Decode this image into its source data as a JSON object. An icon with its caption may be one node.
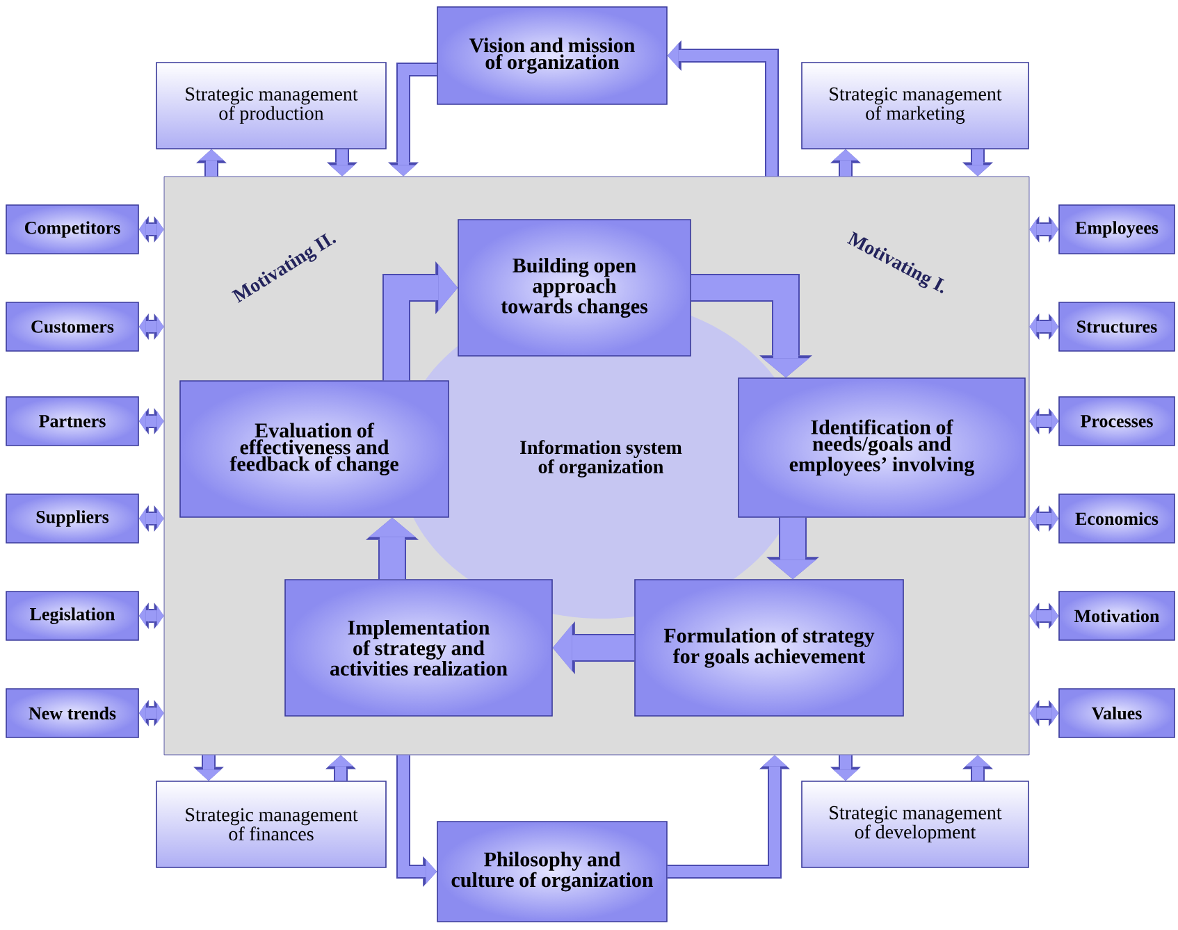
{
  "diagram": {
    "nodes": [
      {
        "text": [
          "Vision and mission of organization"
        ]
      },
      {
        "text": [
          "Strategic management of production"
        ]
      },
      {
        "text": [
          "Strategic management of marketing"
        ]
      },
      {
        "text": [],
        "shape": "box"
      },
      {
        "text": [
          "Information system of organization"
        ],
        "in": 3
      },
      {
        "text": [
          "Building open approach towards changes"
        ],
        "in": 3
      },
      {
        "text": [
          "Identification of needs/goals and employees’ involving"
        ],
        "in": 3
      },
      {
        "text": [
          "Formulation of strategy for goals achievement"
        ],
        "in": 3
      },
      {
        "text": [
          "Implementation of strategy and activities realization"
        ],
        "in": 3
      },
      {
        "text": [
          "Evaluation of effectiveness and feedback of change"
        ],
        "in": 3
      },
      {
        "text": [
          "Competitors"
        ]
      },
      {
        "text": [
          "Customers"
        ]
      },
      {
        "text": [
          "Partners"
        ]
      },
      {
        "text": [
          "Suppliers"
        ]
      },
      {
        "text": [
          "Legislation"
        ]
      },
      {
        "text": [
          "New trends"
        ]
      },
      {
        "text": [
          "Employees"
        ]
      },
      {
        "text": [
          "Structures"
        ]
      },
      {
        "text": [
          "Processes"
        ]
      },
      {
        "text": [
          "Economics"
        ]
      },
      {
        "text": [
          "Motivation"
        ]
      },
      {
        "text": [
          "Values"
        ]
      },
      {
        "text": [
          "Strategic management of finances"
        ]
      },
      {
        "text": [
          "Philosophy and culture of organization"
        ]
      },
      {
        "text": [
          "Strategic management of development"
        ]
      }
    ],
    "edges": [
      {
        "from": 0,
        "to": 3,
        "arrow": "to"
      },
      {
        "from": 3,
        "to": 0,
        "arrow": "to"
      },
      {
        "from": 3,
        "to": 1,
        "arrow": "to"
      },
      {
        "from": 1,
        "to": 3,
        "arrow": "to"
      },
      {
        "from": 3,
        "to": 2,
        "arrow": "to"
      },
      {
        "from": 2,
        "to": 3,
        "arrow": "to"
      },
      {
        "from": 9,
        "to": 5,
        "arrow": "to",
        "style": "thick"
      },
      {
        "from": 5,
        "to": 6,
        "arrow": "to",
        "style": "thick"
      },
      {
        "from": 6,
        "to": 7,
        "arrow": "to",
        "style": "thick"
      },
      {
        "from": 7,
        "to": 8,
        "arrow": "to",
        "style": "thick"
      },
      {
        "from": 8,
        "to": 9,
        "arrow": "to",
        "style": "thick"
      },
      {
        "from": 10,
        "to": 3,
        "arrow": "both"
      },
      {
        "from": 11,
        "to": 3,
        "arrow": "both"
      },
      {
        "from": 12,
        "to": 3,
        "arrow": "both"
      },
      {
        "from": 13,
        "to": 3,
        "arrow": "both"
      },
      {
        "from": 14,
        "to": 3,
        "arrow": "both"
      },
      {
        "from": 15,
        "to": 3,
        "arrow": "both"
      },
      {
        "from": 16,
        "to": 3,
        "arrow": "both"
      },
      {
        "from": 17,
        "to": 3,
        "arrow": "both"
      },
      {
        "from": 18,
        "to": 3,
        "arrow": "both"
      },
      {
        "from": 19,
        "to": 3,
        "arrow": "both"
      },
      {
        "from": 20,
        "to": 3,
        "arrow": "both"
      },
      {
        "from": 21,
        "to": 3,
        "arrow": "both"
      },
      {
        "from": 3,
        "to": 22,
        "arrow": "to"
      },
      {
        "from": 22,
        "to": 3,
        "arrow": "to"
      },
      {
        "from": 3,
        "to": 24,
        "arrow": "to"
      },
      {
        "from": 24,
        "to": 3,
        "arrow": "to"
      },
      {
        "from": 3,
        "to": 23,
        "arrow": "to"
      },
      {
        "from": 23,
        "to": 3,
        "arrow": "to"
      }
    ],
    "labels": [
      "Motivating II.",
      "Motivating I."
    ]
  }
}
